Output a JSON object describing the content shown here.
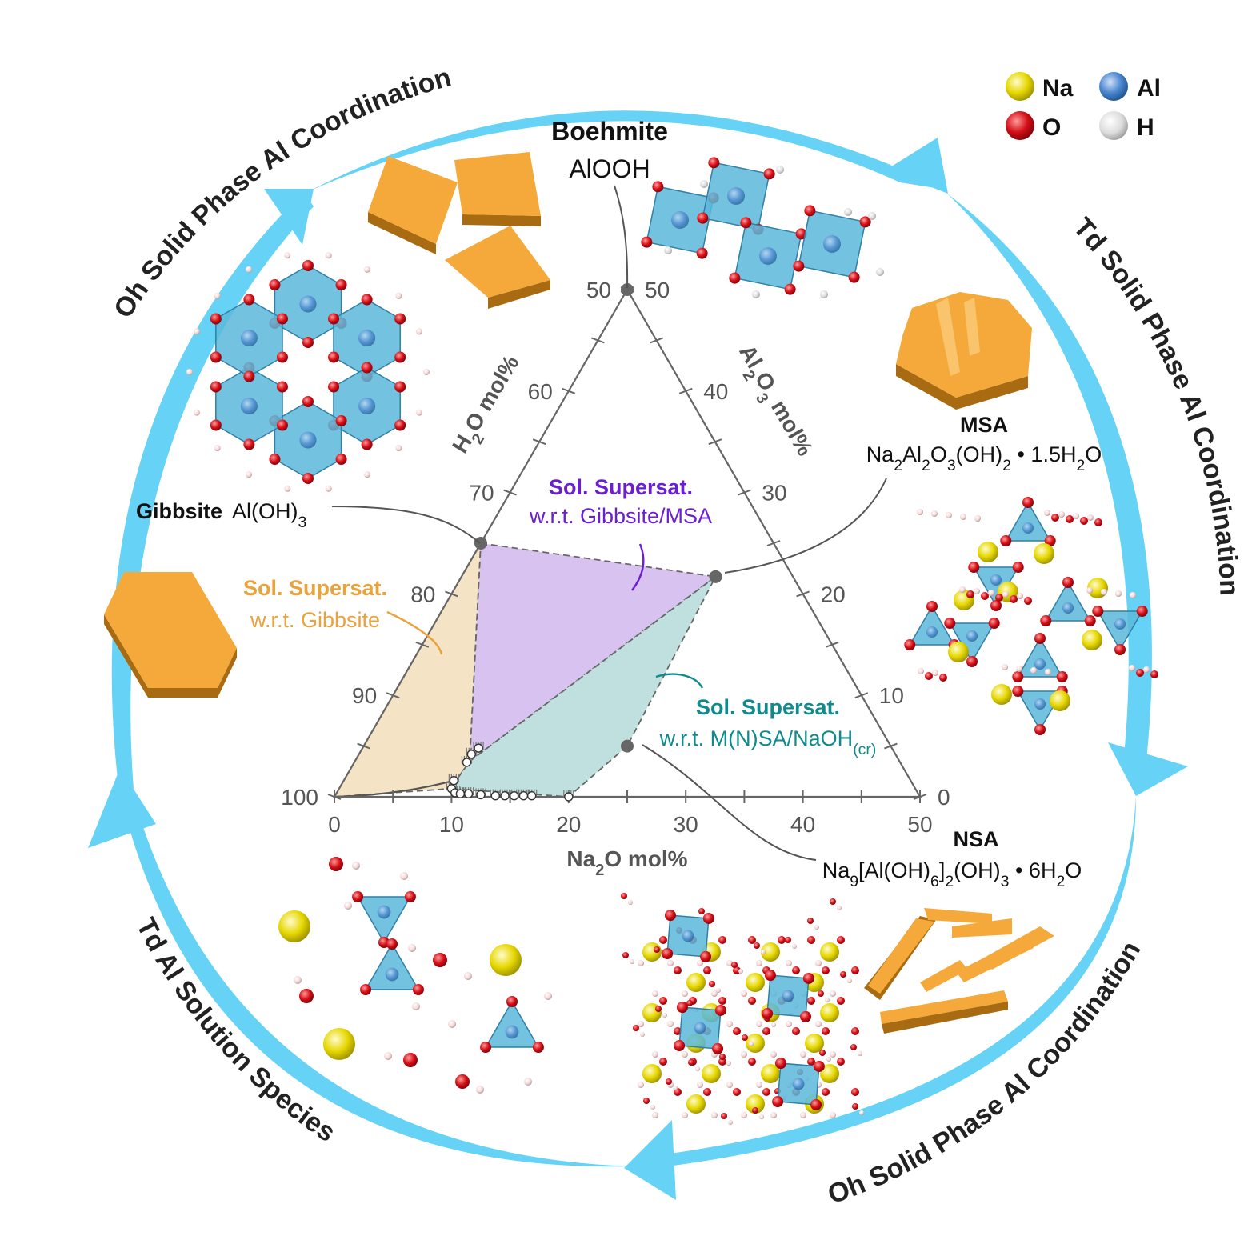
{
  "legend": [
    {
      "symbol": "Na",
      "color": "#e2d400"
    },
    {
      "symbol": "Al",
      "color": "#3f78c0"
    },
    {
      "symbol": "O",
      "color": "#d10f18"
    },
    {
      "symbol": "H",
      "color": "#cfcfcf"
    }
  ],
  "cycle_labels": {
    "top_left": "Oh Solid Phase Al Coordination",
    "right": "Td Solid Phase Al Coordination",
    "bottom_right": "Oh Solid Phase Al Coordination",
    "bottom_left": "Td Al Solution Species"
  },
  "phases": {
    "boehmite": {
      "name": "Boehmite",
      "formula": "AlOOH"
    },
    "gibbsite": {
      "name": "Gibbsite",
      "formula": "Al(OH)3"
    },
    "msa": {
      "name": "MSA",
      "formula": "Na2Al2O3(OH)2 • 1.5H2O"
    },
    "nsa": {
      "name": "NSA",
      "formula": "Na9[Al(OH)6]2(OH)3 • 6H2O"
    }
  },
  "regions": {
    "gibbsite": {
      "title": "Sol. Supersat.",
      "subtitle": "w.r.t. Gibbsite",
      "color": "#eba23a"
    },
    "gibbsite_msa": {
      "title": "Sol. Supersat.",
      "subtitle": "w.r.t. Gibbsite/MSA",
      "color": "#6a1fd0"
    },
    "mnsa": {
      "title": "Sol. Supersat.",
      "subtitle": "w.r.t. M(N)SA/NaOH(cr)",
      "color": "#0f8b8d"
    }
  },
  "colors": {
    "arrow": "#66d3f6",
    "crystal": "#f4a93a",
    "polyhedron": "#5ab8da",
    "fill_gibbsite": "#f5e3c5",
    "fill_gibbsite_msa": "#d8c2ef",
    "fill_mnsa": "#bfe0de"
  },
  "chart_data": {
    "type": "ternary",
    "axes": {
      "bottom": {
        "label": "Na2O mol%",
        "ticks": [
          "0",
          "10",
          "20",
          "30",
          "40",
          "50"
        ]
      },
      "left": {
        "label": "H2O mol%",
        "ticks": [
          "50",
          "60",
          "70",
          "80",
          "90",
          "100"
        ]
      },
      "right": {
        "label": "Al2O3 mol%",
        "ticks": [
          "50",
          "40",
          "30",
          "20",
          "10",
          "0"
        ]
      }
    },
    "phase_points": [
      {
        "name": "Boehmite",
        "Na2O": 0,
        "Al2O3": 50,
        "H2O": 50
      },
      {
        "name": "Gibbsite",
        "Na2O": 0,
        "Al2O3": 25,
        "H2O": 75
      },
      {
        "name": "MSA",
        "Na2O": 21.7,
        "Al2O3": 21.7,
        "H2O": 56.5
      },
      {
        "name": "NSA",
        "Na2O": 22.5,
        "Al2O3": 5,
        "H2O": 72.5
      }
    ],
    "regions": [
      {
        "name": "Sol. Supersat. w.r.t. Gibbsite",
        "vertices": [
          [
            0,
            0
          ],
          [
            0,
            25
          ],
          [
            9.8,
            3.5
          ],
          [
            9.5,
            0.8
          ]
        ]
      },
      {
        "name": "Sol. Supersat. w.r.t. Gibbsite/MSA",
        "vertices": [
          [
            0,
            25
          ],
          [
            21.7,
            21.7
          ],
          [
            9.8,
            3.5
          ]
        ]
      },
      {
        "name": "Sol. Supersat. w.r.t. M(N)SA/NaOH(cr)",
        "vertices": [
          [
            9.8,
            3.5
          ],
          [
            21.7,
            21.7
          ],
          [
            22.5,
            5
          ],
          [
            20,
            0
          ],
          [
            9.5,
            0.8
          ]
        ]
      }
    ],
    "solubility_points": [
      {
        "Na2O": 9.4,
        "Al2O3": 1.6
      },
      {
        "Na2O": 9.6,
        "Al2O3": 0.8
      },
      {
        "Na2O": 10.1,
        "Al2O3": 0.4
      },
      {
        "Na2O": 10.6,
        "Al2O3": 0.3
      },
      {
        "Na2O": 11.3,
        "Al2O3": 0.3
      },
      {
        "Na2O": 12.4,
        "Al2O3": 0.2
      },
      {
        "Na2O": 13.7,
        "Al2O3": 0.1
      },
      {
        "Na2O": 14.5,
        "Al2O3": 0.1
      },
      {
        "Na2O": 15.3,
        "Al2O3": 0.1
      },
      {
        "Na2O": 16.1,
        "Al2O3": 0.1
      },
      {
        "Na2O": 16.8,
        "Al2O3": 0.1
      },
      {
        "Na2O": 20,
        "Al2O3": 0
      },
      {
        "Na2O": 9.6,
        "Al2O3": 3.4
      },
      {
        "Na2O": 9.6,
        "Al2O3": 4.2
      },
      {
        "Na2O": 9.9,
        "Al2O3": 4.8
      }
    ]
  }
}
